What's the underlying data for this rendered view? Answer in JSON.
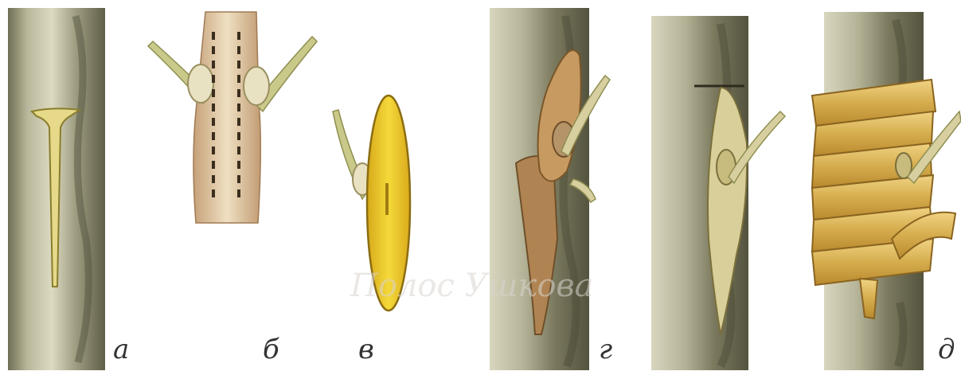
{
  "panels": [
    {
      "id": "a",
      "label": "а"
    },
    {
      "id": "b",
      "label": "б"
    },
    {
      "id": "v",
      "label": "в"
    },
    {
      "id": "g",
      "label": "г"
    },
    {
      "id": "d",
      "label": "д"
    }
  ],
  "watermark": "Полос Ушкова",
  "colors": {
    "bark_light": "#c9c7a8",
    "bark_dark": "#6c6b52",
    "wood_yellow": "#e8c628",
    "bud_green": "#c9c98a",
    "tape": "#d9b455"
  }
}
